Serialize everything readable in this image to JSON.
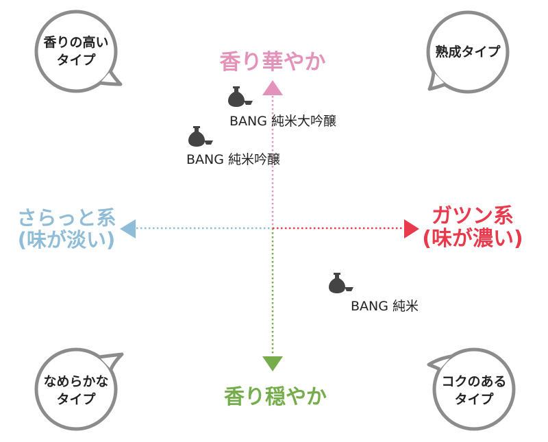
{
  "bubbles": {
    "top_left": {
      "lines": [
        "香りの高い",
        "タイプ"
      ]
    },
    "top_right": {
      "lines": [
        "熟成タイプ"
      ]
    },
    "bottom_left": {
      "lines": [
        "なめらかな",
        "タイプ"
      ]
    },
    "bottom_right": {
      "lines": [
        "コクのある",
        "タイプ"
      ]
    }
  },
  "axes": {
    "top": {
      "label": "香り華やか",
      "color": "#e392b9"
    },
    "bottom": {
      "label": "香り穏やか",
      "color": "#76ad4c"
    },
    "left": {
      "lines": [
        "さらっと系",
        "(味が淡い)"
      ],
      "color": "#8fbcd7"
    },
    "right": {
      "lines": [
        "ガツン系",
        "(味が濃い)"
      ],
      "color": "#e83a4c"
    }
  },
  "products": [
    {
      "name": "BANG 純米大吟醸",
      "icon": "sake-bottle-icon"
    },
    {
      "name": "BANG 純米吟醸",
      "icon": "sake-bottle-icon"
    },
    {
      "name": "BANG 純米",
      "icon": "sake-bottle-icon"
    }
  ],
  "colors": {
    "bubble_stroke": "#8c8c8c",
    "icon": "#444444"
  }
}
